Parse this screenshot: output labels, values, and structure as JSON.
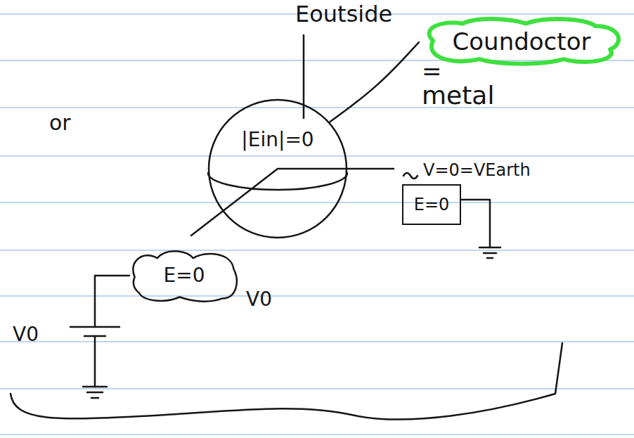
{
  "diagram": {
    "nodes": [
      {
        "text": [
          "Coundoctor"
        ]
      },
      {
        "text": [
          "|Ein|=0"
        ]
      },
      {
        "text": [
          "E=0"
        ]
      },
      {
        "text": [
          "E=0"
        ]
      }
    ],
    "edges": [
      {
        "from": 1,
        "to": 0,
        "arrow": "none"
      }
    ],
    "labels": [
      "Eoutside",
      "=",
      "metal",
      "or",
      "V=0=VEarth",
      "V0",
      "V0"
    ]
  }
}
